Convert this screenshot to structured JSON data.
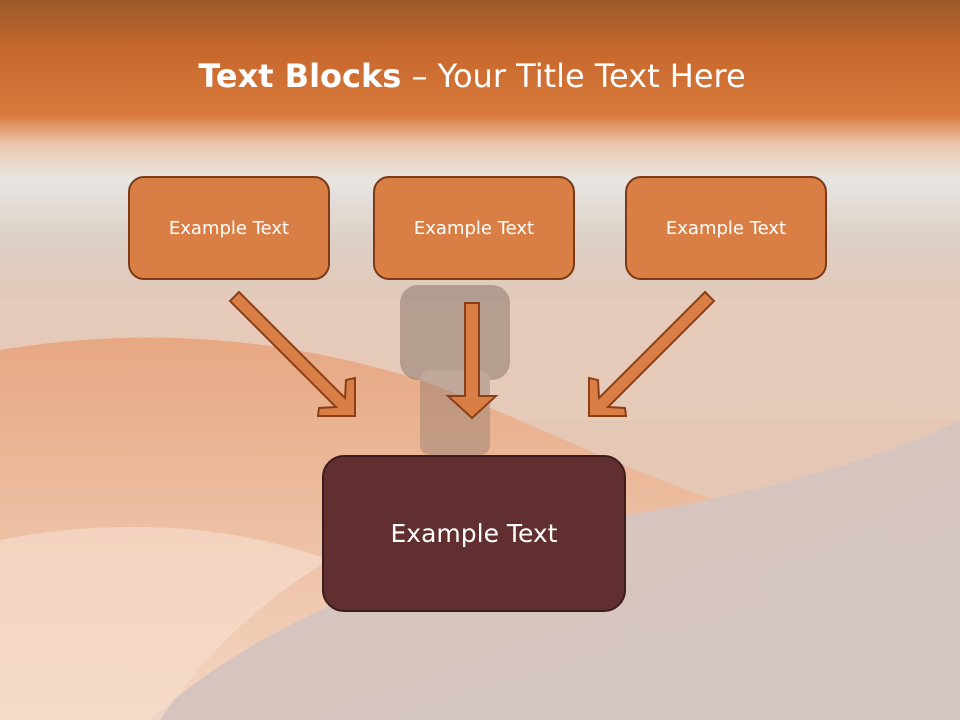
{
  "title": {
    "bold": "Text Blocks",
    "separator": " – ",
    "rest": "Your Title Text Here"
  },
  "top_boxes": [
    {
      "label": "Example Text"
    },
    {
      "label": "Example Text"
    },
    {
      "label": "Example Text"
    }
  ],
  "bottom_box": {
    "label": "Example Text"
  },
  "colors": {
    "header_orange": "#d3733a",
    "box_orange": "#d97f45",
    "box_border": "#7e3a17",
    "bottom_box": "#622f31"
  }
}
